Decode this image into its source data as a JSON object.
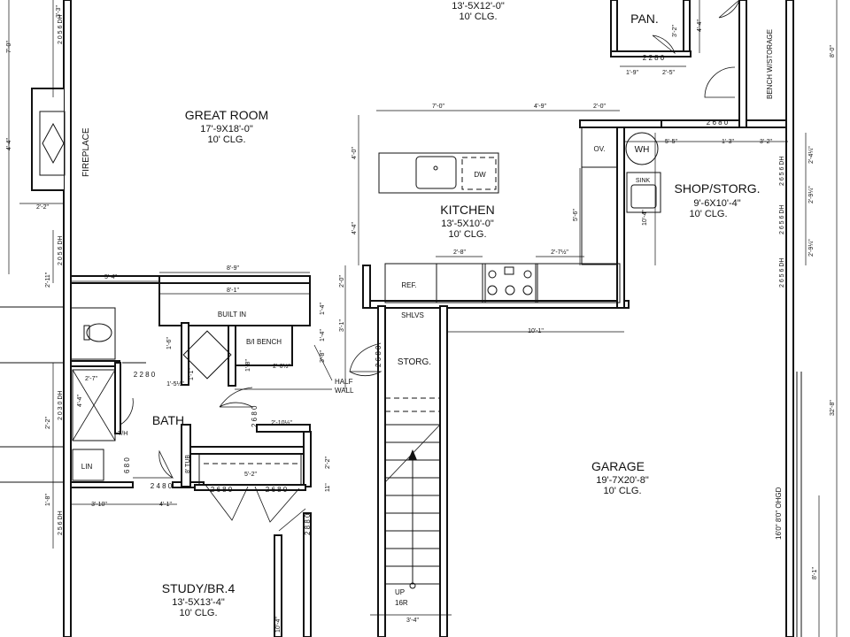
{
  "rooms": {
    "great_room": {
      "name": "GREAT ROOM",
      "size": "17'-9X18'-0\"",
      "clg": "10' CLG."
    },
    "top_room": {
      "size": "13'-5X12'-0\"",
      "clg": "10' CLG."
    },
    "kitchen": {
      "name": "KITCHEN",
      "size": "13'-5X10'-0\"",
      "clg": "10' CLG."
    },
    "shop": {
      "name": "SHOP/STORG.",
      "size": "9'-6X10'-4\"",
      "clg": "10' CLG."
    },
    "garage": {
      "name": "GARAGE",
      "size": "19'-7X20'-8\"",
      "clg": "10' CLG."
    },
    "bath": {
      "name": "BATH"
    },
    "study": {
      "name": "STUDY/BR.4",
      "size": "13'-5X13'-4\"",
      "clg": "10' CLG."
    },
    "pan": {
      "name": "PAN."
    }
  },
  "labels": {
    "fireplace": "FIREPLACE",
    "built_in": "BUILT IN",
    "bi_bench": "B/I BENCH",
    "half_wall_1": "HALF",
    "half_wall_2": "WALL",
    "shlvs": "SHLVS",
    "storg": "STORG.",
    "ref": "REF.",
    "dw": "DW",
    "ov": "OV.",
    "wh": "WH",
    "sink": "SINK",
    "lin": "LIN",
    "th": "T/H",
    "tub": "8' TUB",
    "up": "UP",
    "risers": "16R",
    "bench_storage": "BENCH W/STORAGE",
    "ohgd": "16'0\" 8'0\" OHGD"
  },
  "doors": {
    "d2680_a": "2 6 8 0",
    "d2280_pan": "2 2 8 0",
    "d2280_bath": "2 2 8 0",
    "d2680_storg": "2 6 8 0",
    "d2680_hall": "2 6 8 0",
    "d2480": "2 4 8 0",
    "d680": "6 8 0",
    "d2680_c1": "2 6 8 0",
    "d2680_c2": "2 6 8 0",
    "d2880": "2 8 8 0",
    "dh_a": "2 0 5 6 DH",
    "dh_b": "2 0 5 6 DH",
    "dh_c": "2 0 3 0 DH",
    "dh_d": "2 5 6 DH",
    "dh_r1": "2 6 5 6 DH",
    "dh_r2": "2 6 5 6 DH",
    "dh_r3": "2 6 5 6 DH"
  },
  "dimensions": {
    "d_3_3": "3'-3\"",
    "d_7_0": "7'-0\"",
    "d_4_4_fp": "4'-4\"",
    "d_2_2_fp": "2'-2\"",
    "d_2_11": "2'-11\"",
    "d_5_4": "5'-4\"",
    "d_8_9": "8'-9\"",
    "d_8_1": "8'-1\"",
    "d_7_0_k": "7'-0\"",
    "d_4_9": "4'-9\"",
    "d_2_0_k": "2'-0\"",
    "d_4_0_k": "4'-0\"",
    "d_4_4_k": "4'-4\"",
    "d_2_8": "2'-8\"",
    "d_2_7_half": "2'-7½\"",
    "d_5_6": "5'-6\"",
    "d_2_0_v": "2'-0\"",
    "d_1_4": "1'-4\"",
    "d_3_1": "3'-1\"",
    "d_1_6": "1'-6\"",
    "d_1_4_b": "1'-4\"",
    "d_3_8": "3'-8\"",
    "d_1_8": "1'-8\"",
    "d_2_6_half": "2'-6½\"",
    "d_1_5_half": "1'-5½\"",
    "d_1_1": "1'-1\"",
    "d_2_7": "2'-7\"",
    "d_4_4_bath": "4'-4\"",
    "d_2_2_bath": "2'-2\"",
    "d_2_10_half": "2'-10½\"",
    "d_2_2_hall": "2'-2\"",
    "d_5_2": "5'-2\"",
    "d_11": "11\"",
    "d_1_8_w": "1'-8\"",
    "d_3_10": "3'-10\"",
    "d_4_1": "4'-1\"",
    "d_10_1": "10'-1\"",
    "d_5_5": "5'-5\"",
    "d_1_3": "1'-3\"",
    "d_3_2": "3'-2\"",
    "d_10_4_shop": "10'-4\"",
    "d_2_4_q": "2'-4¼\"",
    "d_2_9_q_a": "2'-9¼\"",
    "d_2_9_q_b": "2'-9¼\"",
    "d_32_8": "32'-8\"",
    "d_8_0": "8'-0\"",
    "d_8_1_r": "8'-1\"",
    "d_3_4": "3'-4\"",
    "d_10_4_b": "10'-4\"",
    "d_1_9": "1'-9\"",
    "d_2_5": "2'-5\"",
    "d_3_2_pan": "3'-2\"",
    "d_4_4_pan": "4'-4\""
  }
}
